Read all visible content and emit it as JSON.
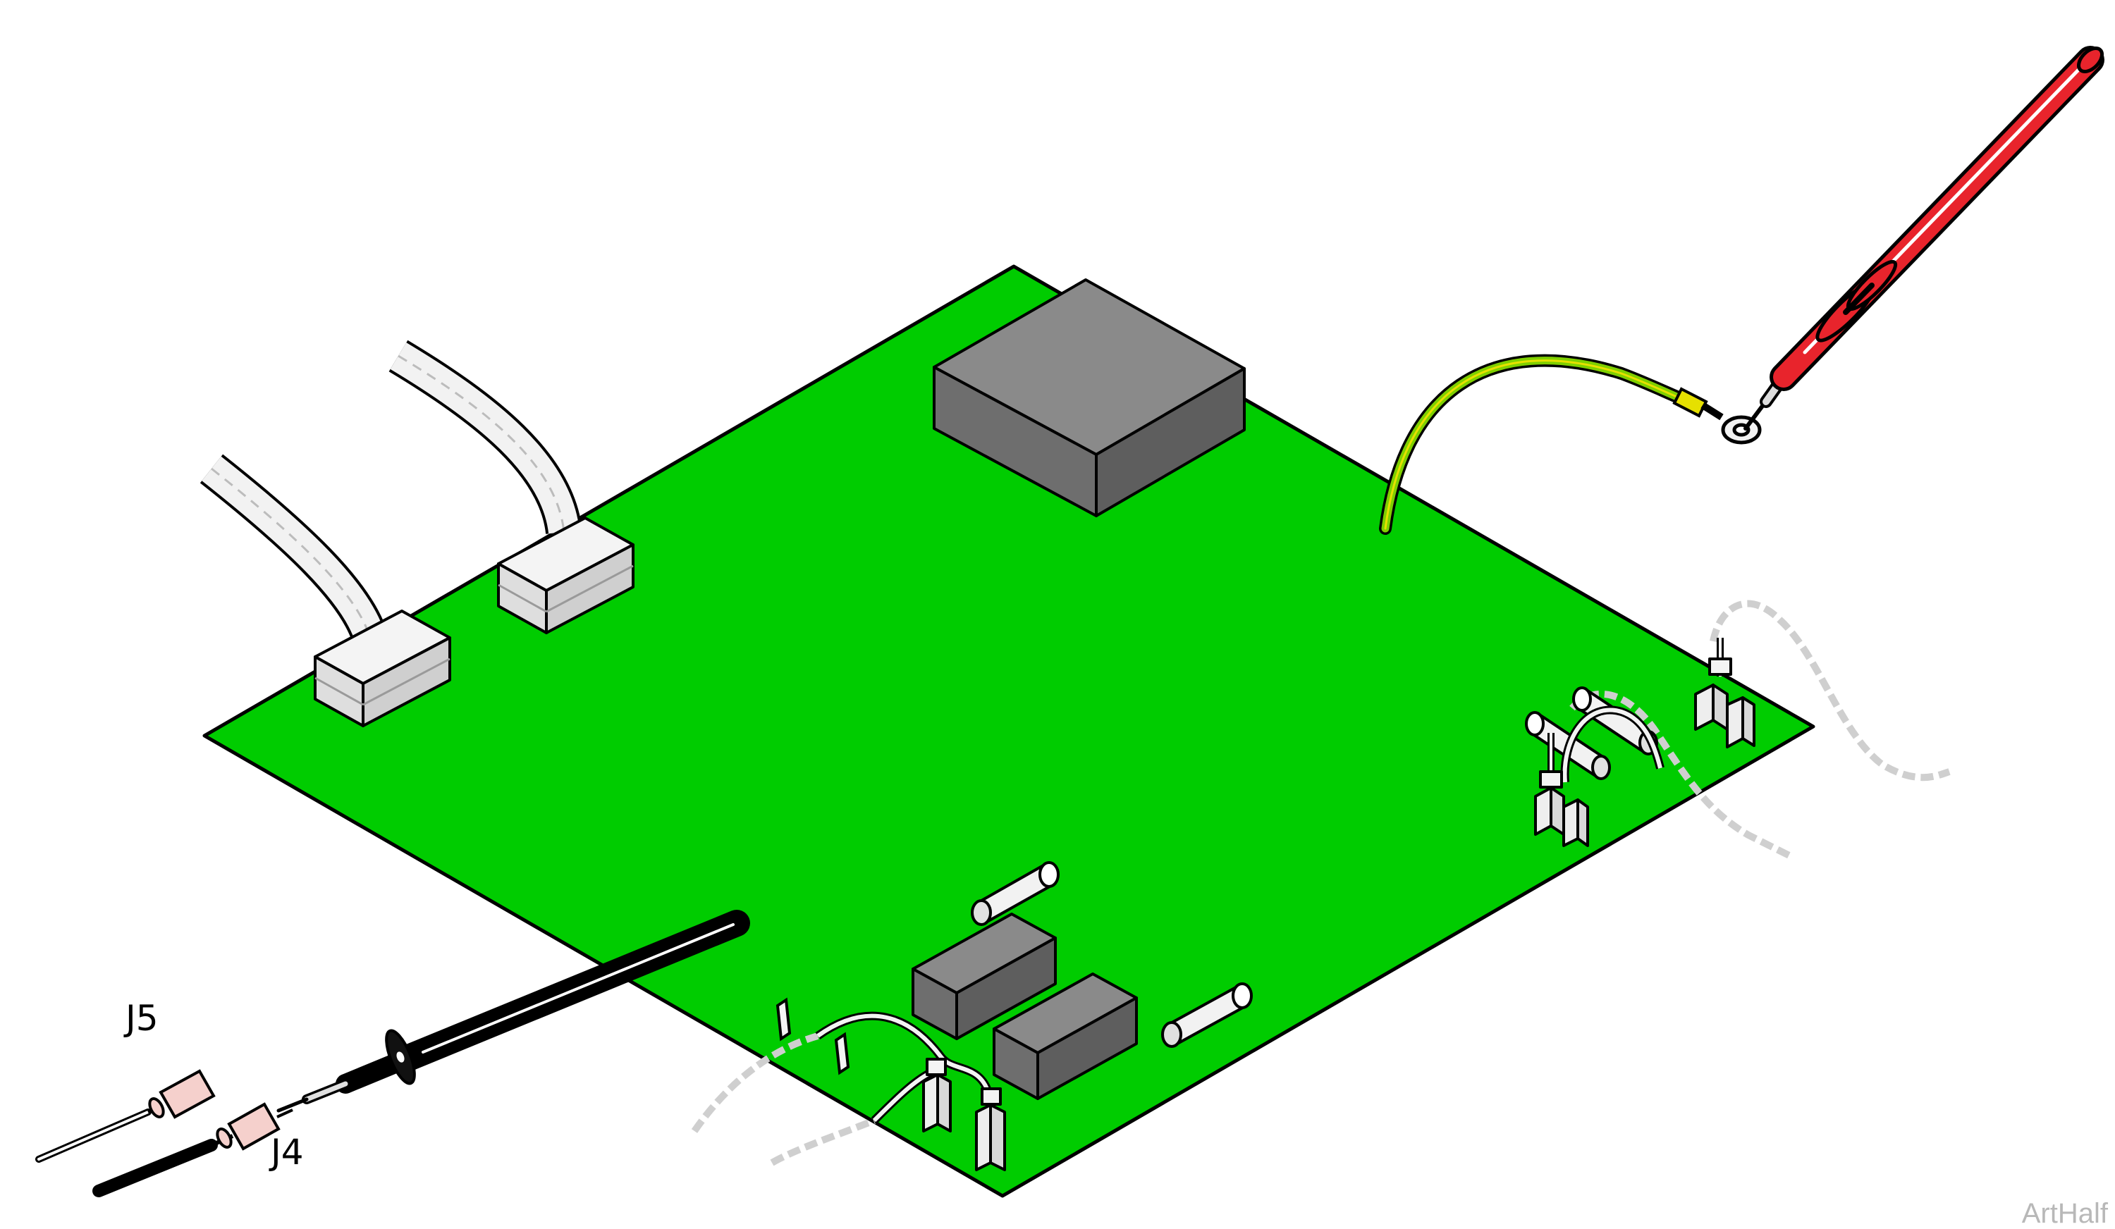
{
  "labels": {
    "j5": "J5",
    "j4": "J4"
  },
  "watermark": "ArtHalf",
  "colors": {
    "board": "#00cc00",
    "board_outline": "#000000",
    "transformer": "#777777",
    "relay": "#777777",
    "connector": "#e6e6e6",
    "probe_red": "#e8242c",
    "probe_black": "#111111",
    "ground_wire_green": "#7fd000",
    "ground_wire_yellow": "#e6e000",
    "terminal_pink": "#f5d0cc",
    "watermark": "#b8b8b8"
  },
  "icons": {
    "red_probe": "test-probe-red",
    "black_probe": "test-probe-black",
    "ring_terminal": "ring-terminal"
  }
}
